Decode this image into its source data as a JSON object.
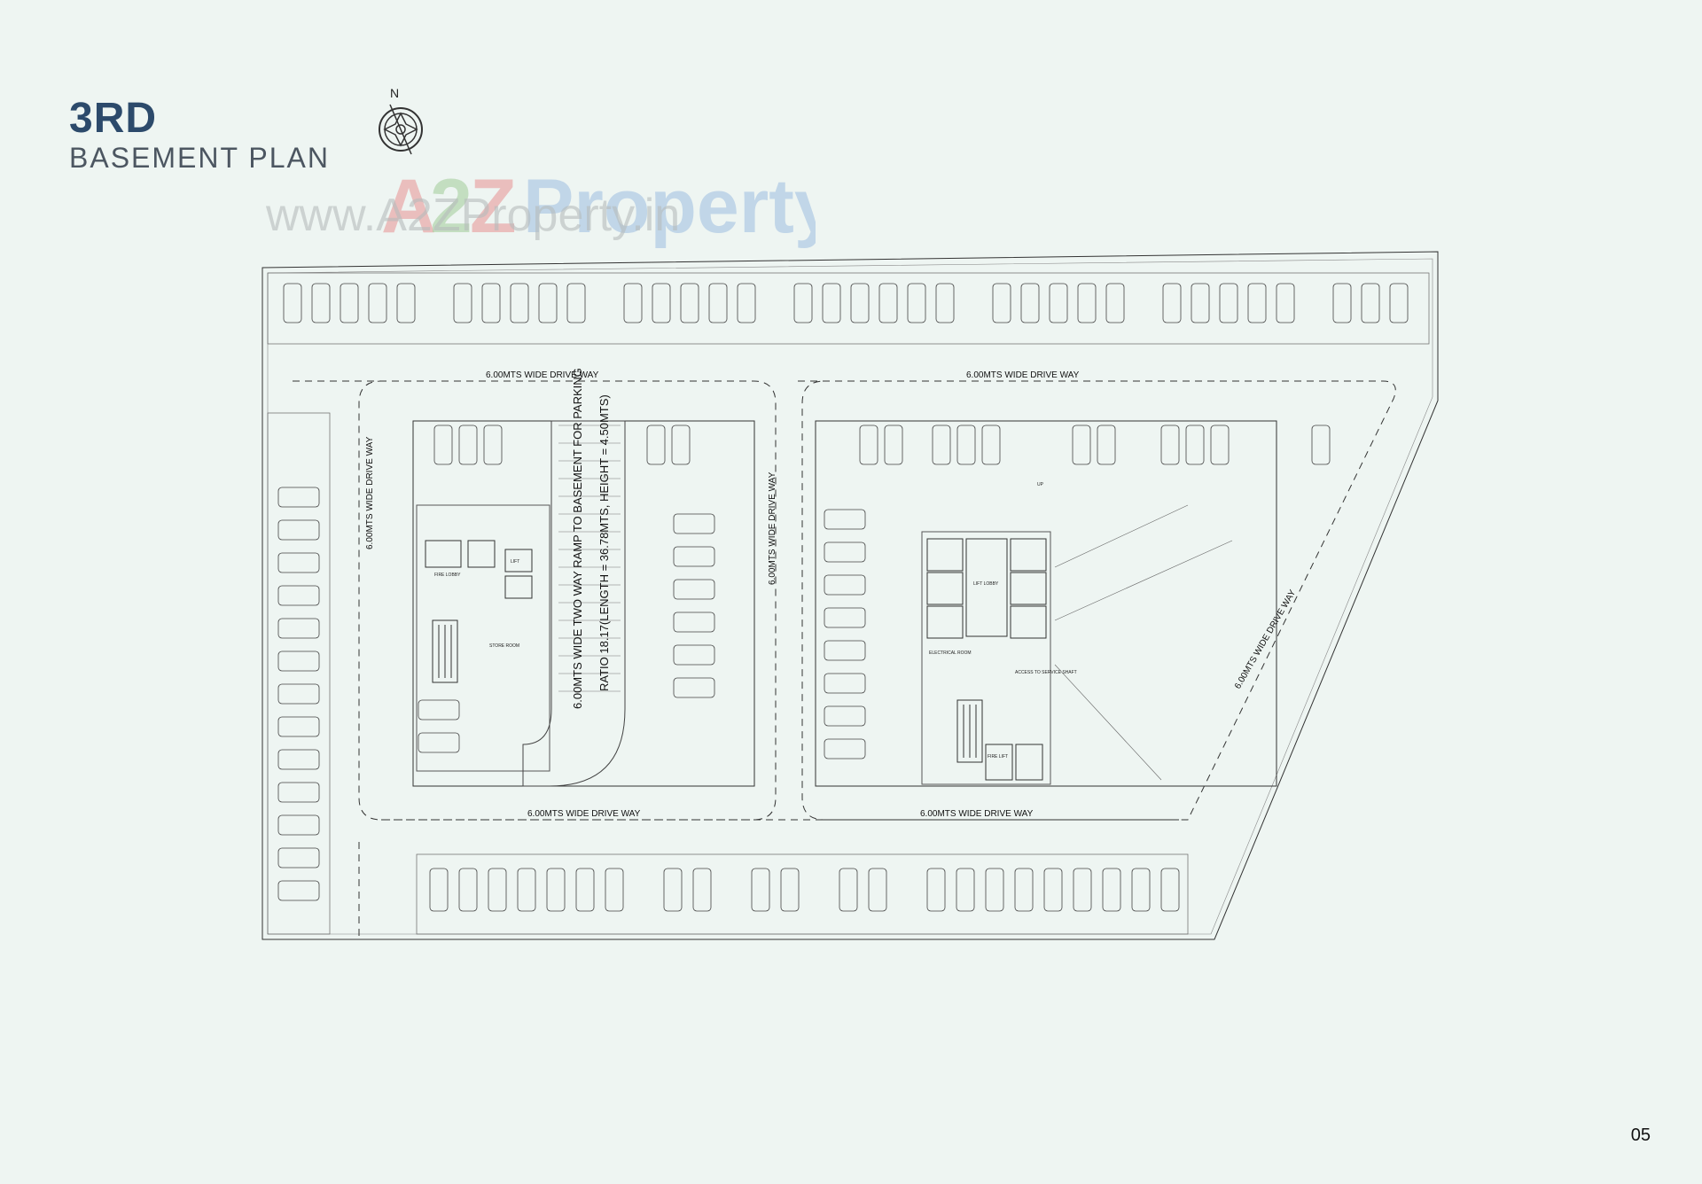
{
  "header": {
    "title": "3RD",
    "subtitle": "BASEMENT PLAN",
    "compass_label": "N"
  },
  "watermark": {
    "brand_a": "A",
    "brand_2": "2",
    "brand_z": "Z",
    "brand_rest": "Property",
    "url": "www.A2ZProperty.in"
  },
  "plan": {
    "driveway_label": "6.00MTS WIDE DRIVE WAY",
    "ramp_label_line1": "6.00MTS WIDE TWO WAY RAMP TO BASEMENT FOR PARKING",
    "ramp_label_line2": "RATIO 18.17(LENGTH = 36.78MTS, HEIGHT = 4.50MTS)",
    "rooms": {
      "store_room": "STORE ROOM",
      "fire_lobby": "FIRE LOBBY",
      "lift": "LIFT",
      "lift_lobby": "LIFT LOBBY",
      "electrical_room": "ELECTRICAL ROOM",
      "access_service_shaft": "ACCESS TO SERVICE SHAFT",
      "fire_lift": "FIRE LIFT",
      "up": "UP"
    }
  },
  "footer": {
    "page_number": "05"
  },
  "colors": {
    "background": "#eef5f2",
    "title": "#2c4a6b",
    "subtitle": "#4c5661",
    "line": "#333333"
  }
}
